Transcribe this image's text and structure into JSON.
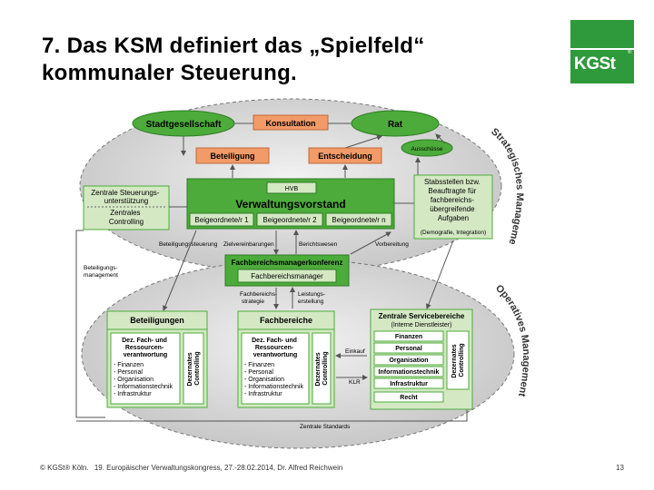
{
  "title": {
    "line1": "7. Das KSM definiert das „Spielfeld“",
    "line2": "kommunaler Steuerung."
  },
  "logo": {
    "text": "KGSt",
    "registered": "®",
    "color": "#2e9a3c"
  },
  "colors": {
    "green": "#4cab3a",
    "light_green": "#d4e8c4",
    "orange": "#f29a68",
    "gray_ellipse": "#cfcfcf"
  },
  "diagram": {
    "stadtgesellschaft": "Stadtgesellschaft",
    "konsultation": "Konsultation",
    "rat": "Rat",
    "ausschuesse": "Ausschüsse",
    "beteiligung": "Beteiligung",
    "entscheidung": "Entscheidung",
    "strategisches_mgmt": "Strategisches Management",
    "operatives_mgmt": "Operatives Management",
    "zentrale_steuerung": [
      "Zentrale Steuerungs-",
      "unterstützung"
    ],
    "zentrales_controlling": [
      "Zentrales",
      "Controlling"
    ],
    "hvb": "HVB",
    "verwaltungsvorstand": "Verwaltungsvorstand",
    "beigeordnete": [
      "Beigeordnete/r 1",
      "Beigeordnete/r 2",
      "Beigeordnete/r n"
    ],
    "stabsstellen": [
      "Stabsstellen bzw.",
      "Beauftragte für",
      "fachbereichs-",
      "übergreifende",
      "Aufgaben"
    ],
    "demografie": "(Demografie, Integration)",
    "beteiligungsmanagement": [
      "Beteiligungs-",
      "management"
    ],
    "beteiligungssteuerung": "Beteiligungssteuerung",
    "zielvereinbarungen": "Zielvereinbarungen",
    "berichtswesen": "Berichtswesen",
    "vorbereitung": "Vorbereitung",
    "fbmk": "Fachbereichsmanagerkonferenz",
    "fachbereichsmanager": "Fachbereichsmanager",
    "fachbereichsstrategie": [
      "Fachbereichs-",
      "strategie"
    ],
    "leistungserstellung": [
      "Leistungs-",
      "erstellung"
    ],
    "beteiligungen": "Beteiligungen",
    "fachbereiche": "Fachbereiche",
    "zentrale_service": "Zentrale Servicebereiche",
    "interne_dienstleister": "(Interne Dienstleister)",
    "dez_fach": [
      "Dez. Fach- und",
      "Ressourcen-",
      "verantwortung"
    ],
    "res_list": [
      "- Finanzen",
      "- Personal",
      "- Organisation",
      "- Informationstechnik",
      "- Infrastruktur"
    ],
    "dezernates_controlling": [
      "Dezernates",
      "Controlling"
    ],
    "einkauf": "Einkauf",
    "klr": "KLR",
    "service_items": [
      "Finanzen",
      "Personal",
      "Organisation",
      "Informationstechnik",
      "Infrastruktur",
      "Recht"
    ],
    "zentrale_standards": "Zentrale Standards"
  },
  "footer": {
    "copyright": "© KGSt® Köln.",
    "event": "19. Europäischer Verwaltungskongress, 27.-28.02.2014, Dr. Alfred Reichwein",
    "page": "13"
  }
}
